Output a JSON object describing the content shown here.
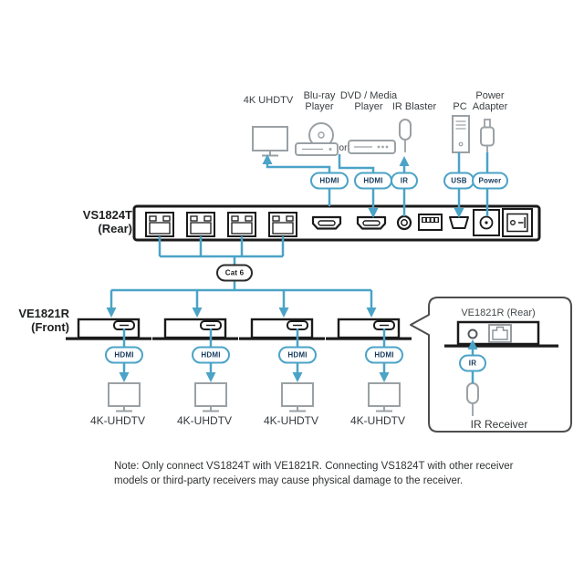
{
  "devices": {
    "uhdtv_top": "4K UHDTV",
    "bluray_l1": "Blu-ray",
    "bluray_l2": "Player",
    "or": "or",
    "dvd_l1": "DVD / Media",
    "dvd_l2": "Player",
    "ir_blaster": "IR Blaster",
    "pc": "PC",
    "power_l1": "Power",
    "power_l2": "Adapter"
  },
  "transmitter": {
    "model": "VS1824T",
    "view": "(Rear)"
  },
  "receiver_front": {
    "model": "VE1821R",
    "view": "(Front)"
  },
  "callout": {
    "title": "VE1821R (Rear)",
    "ir_oval": "IR",
    "ir_receiver": "IR Receiver"
  },
  "ovals": {
    "hdmi_out": "HDMI",
    "hdmi_in": "HDMI",
    "ir": "IR",
    "usb": "USB",
    "power": "Power",
    "cat6": "Cat 6",
    "rx": [
      "HDMI",
      "HDMI",
      "HDMI",
      "HDMI"
    ]
  },
  "displays": [
    "4K-UHDTV",
    "4K-UHDTV",
    "4K-UHDTV",
    "4K-UHDTV"
  ],
  "note": {
    "line1": "Note: Only connect VS1824T with VE1821R. Connecting VS1824T with other receiver",
    "line2": "models or third-party receivers may cause physical damage to the receiver."
  },
  "colors": {
    "cable": "#4BA3C7",
    "device_gray": "#9AA1A5",
    "outline": "#1A1A1A"
  }
}
